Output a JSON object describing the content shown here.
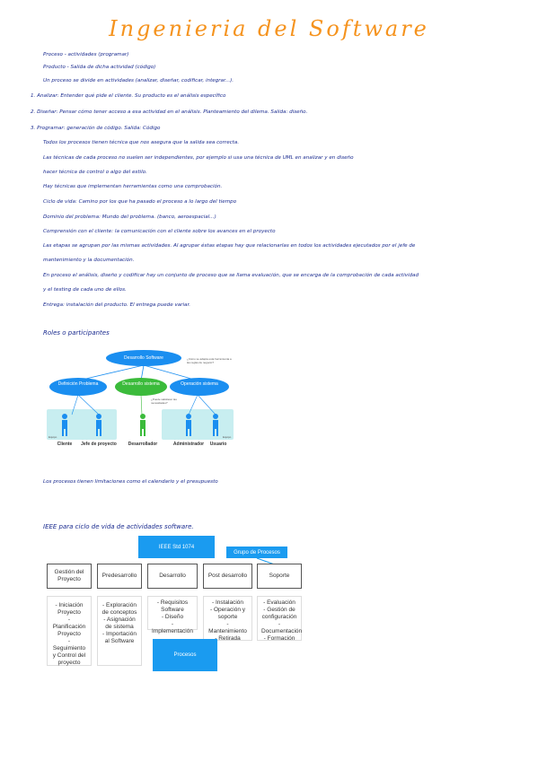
{
  "title": "Ingenieria del Software",
  "notes": {
    "line1": "Proceso - actividades (programar)",
    "line2": "Producto - Salida de dicha actividad (código)",
    "line3": "Un proceso se divide en actividades (analizar, diseñar, codificar, integrar...).",
    "item1": "1. Analizar: Entender qué pide el cliente. Su producto es el análisis específico",
    "item2": "2. Diseñar: Pensar cómo tener acceso a esa actividad en el análisis. Planteamiento del dilema. Salida: diseño.",
    "item3": "3. Programar: generación de código. Salida: Código",
    "p1": "Todos los procesos tienen técnica que nos asegura que la salida sea correcta.",
    "p2": "Las técnicas de cada proceso no suelen ser independientes, por ejemplo si usa una técnica de UML en analizar y en diseño",
    "p3": "hacer técnica de control o algo del estilo.",
    "p4": "Hay técnicas que implementan herramientas como una comprobación.",
    "p5": "Ciclo de vida: Camino por los que ha pasado el proceso a lo largo del tiempo",
    "p6": "Dominio del problema: Mundo del problema. (banco, aeroespacial...)",
    "p7": "Comprensión con el cliente: la comunicación con el cliente sobre los avances en el proyecto",
    "p8": "Las etapas se agrupan por las mismas actividades. Al agrupar éstas etapas hay que relacionarlas en todos los actividades ejecutados por el jefe de",
    "p9": "mantenimiento y la documentación.",
    "p10": "En proceso el análisis, diseño y codificar hay un conjunto de proceso que se llama evaluación, que se encarga de la comprobación de cada actividad",
    "p11": "y el testing de cada uno de ellos.",
    "p12": "Entrega: instalación del producto. El entrega puede variar.",
    "roles_heading": "Roles o participantes",
    "roles_footer": "Los procesos tienen limitaciones como el calendario y el presupuesto",
    "ieee_heading": "IEEE para ciclo de vida de actividades software."
  },
  "roles_diagram": {
    "top": "Desarrollo Software",
    "left": "Definición Problema",
    "center": "Desarrollo sistema",
    "right": "Operación sistema",
    "note_right": "¿Cómo se adapta esta herramienta a las reglas de negocio?",
    "note_center": "¿Puede satisfacer las necesidades?",
    "group_left": "Equipo",
    "group_right": "Equipo",
    "people": [
      "Cliente",
      "Jefe de proyecto",
      "Desarrollador",
      "Administrador",
      "Usuario"
    ],
    "colors": {
      "blue": "#1a8ef0",
      "green": "#3bbb3b",
      "light": "#c8eef0"
    }
  },
  "ieee_diagram": {
    "std_label": "IEEE Std 1074",
    "group_label": "Grupo de Procesos",
    "processes_label": "Procesos",
    "groups": [
      "Gestión del Proyecto",
      "Predesarrollo",
      "Desarrollo",
      "Post desarrollo",
      "Soporte"
    ],
    "lists": [
      [
        "Iniciación Proyecto",
        "Planificación Proyecto",
        "Seguimiento y Control del proyecto"
      ],
      [
        "Exploración de conceptos",
        "Asignación de sistema",
        "Importación al Software"
      ],
      [
        "Requisitos Software",
        "Diseño",
        "Implementación"
      ],
      [
        "Instalación",
        "Operación y soporte",
        "Mantenimiento",
        "Retirada"
      ],
      [
        "Evaluación",
        "Gestión de configuración",
        "Documentación",
        "Formación"
      ]
    ]
  }
}
